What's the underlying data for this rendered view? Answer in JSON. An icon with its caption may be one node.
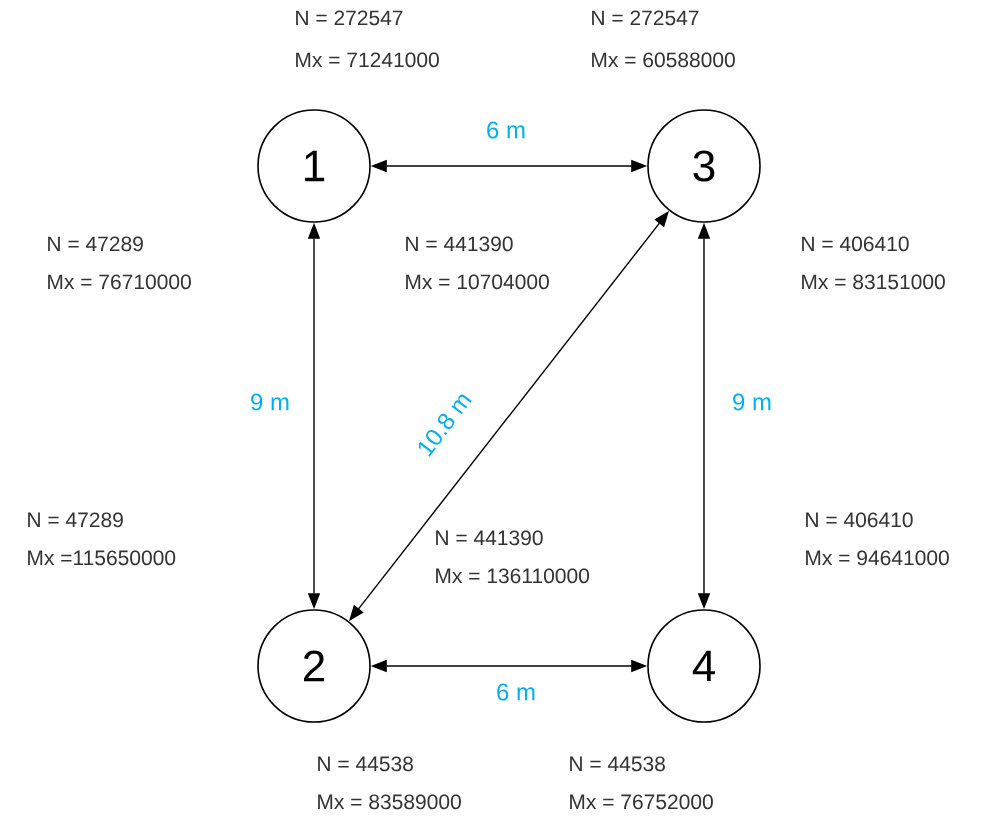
{
  "diagram": {
    "nodes": [
      {
        "text": [
          "1"
        ]
      },
      {
        "text": [
          "3"
        ]
      },
      {
        "text": [
          "2"
        ]
      },
      {
        "text": [
          "4"
        ]
      }
    ],
    "edges": [
      {
        "from": 0,
        "to": 1,
        "arrow": "both",
        "label": "6 m"
      },
      {
        "from": 0,
        "to": 2,
        "arrow": "both",
        "label": "9 m"
      },
      {
        "from": 2,
        "to": 1,
        "arrow": "both",
        "label": "10.8 m"
      },
      {
        "from": 1,
        "to": 3,
        "arrow": "both",
        "label": "9 m"
      },
      {
        "from": 2,
        "to": 3,
        "arrow": "both",
        "label": "6 m"
      }
    ],
    "labels": [
      "N = 272547",
      "Mx = 71241000",
      "N = 272547",
      "Mx = 60588000",
      "N = 47289",
      "Mx = 76710000",
      "N = 441390",
      "Mx = 10704000",
      "N = 406410",
      "Mx = 83151000",
      "N = 47289",
      "Mx =115650000",
      "N = 441390",
      "Mx = 136110000",
      "N = 406410",
      "Mx = 94641000",
      "N = 44538",
      "Mx = 83589000",
      "N = 44538",
      "Mx = 76752000"
    ]
  }
}
